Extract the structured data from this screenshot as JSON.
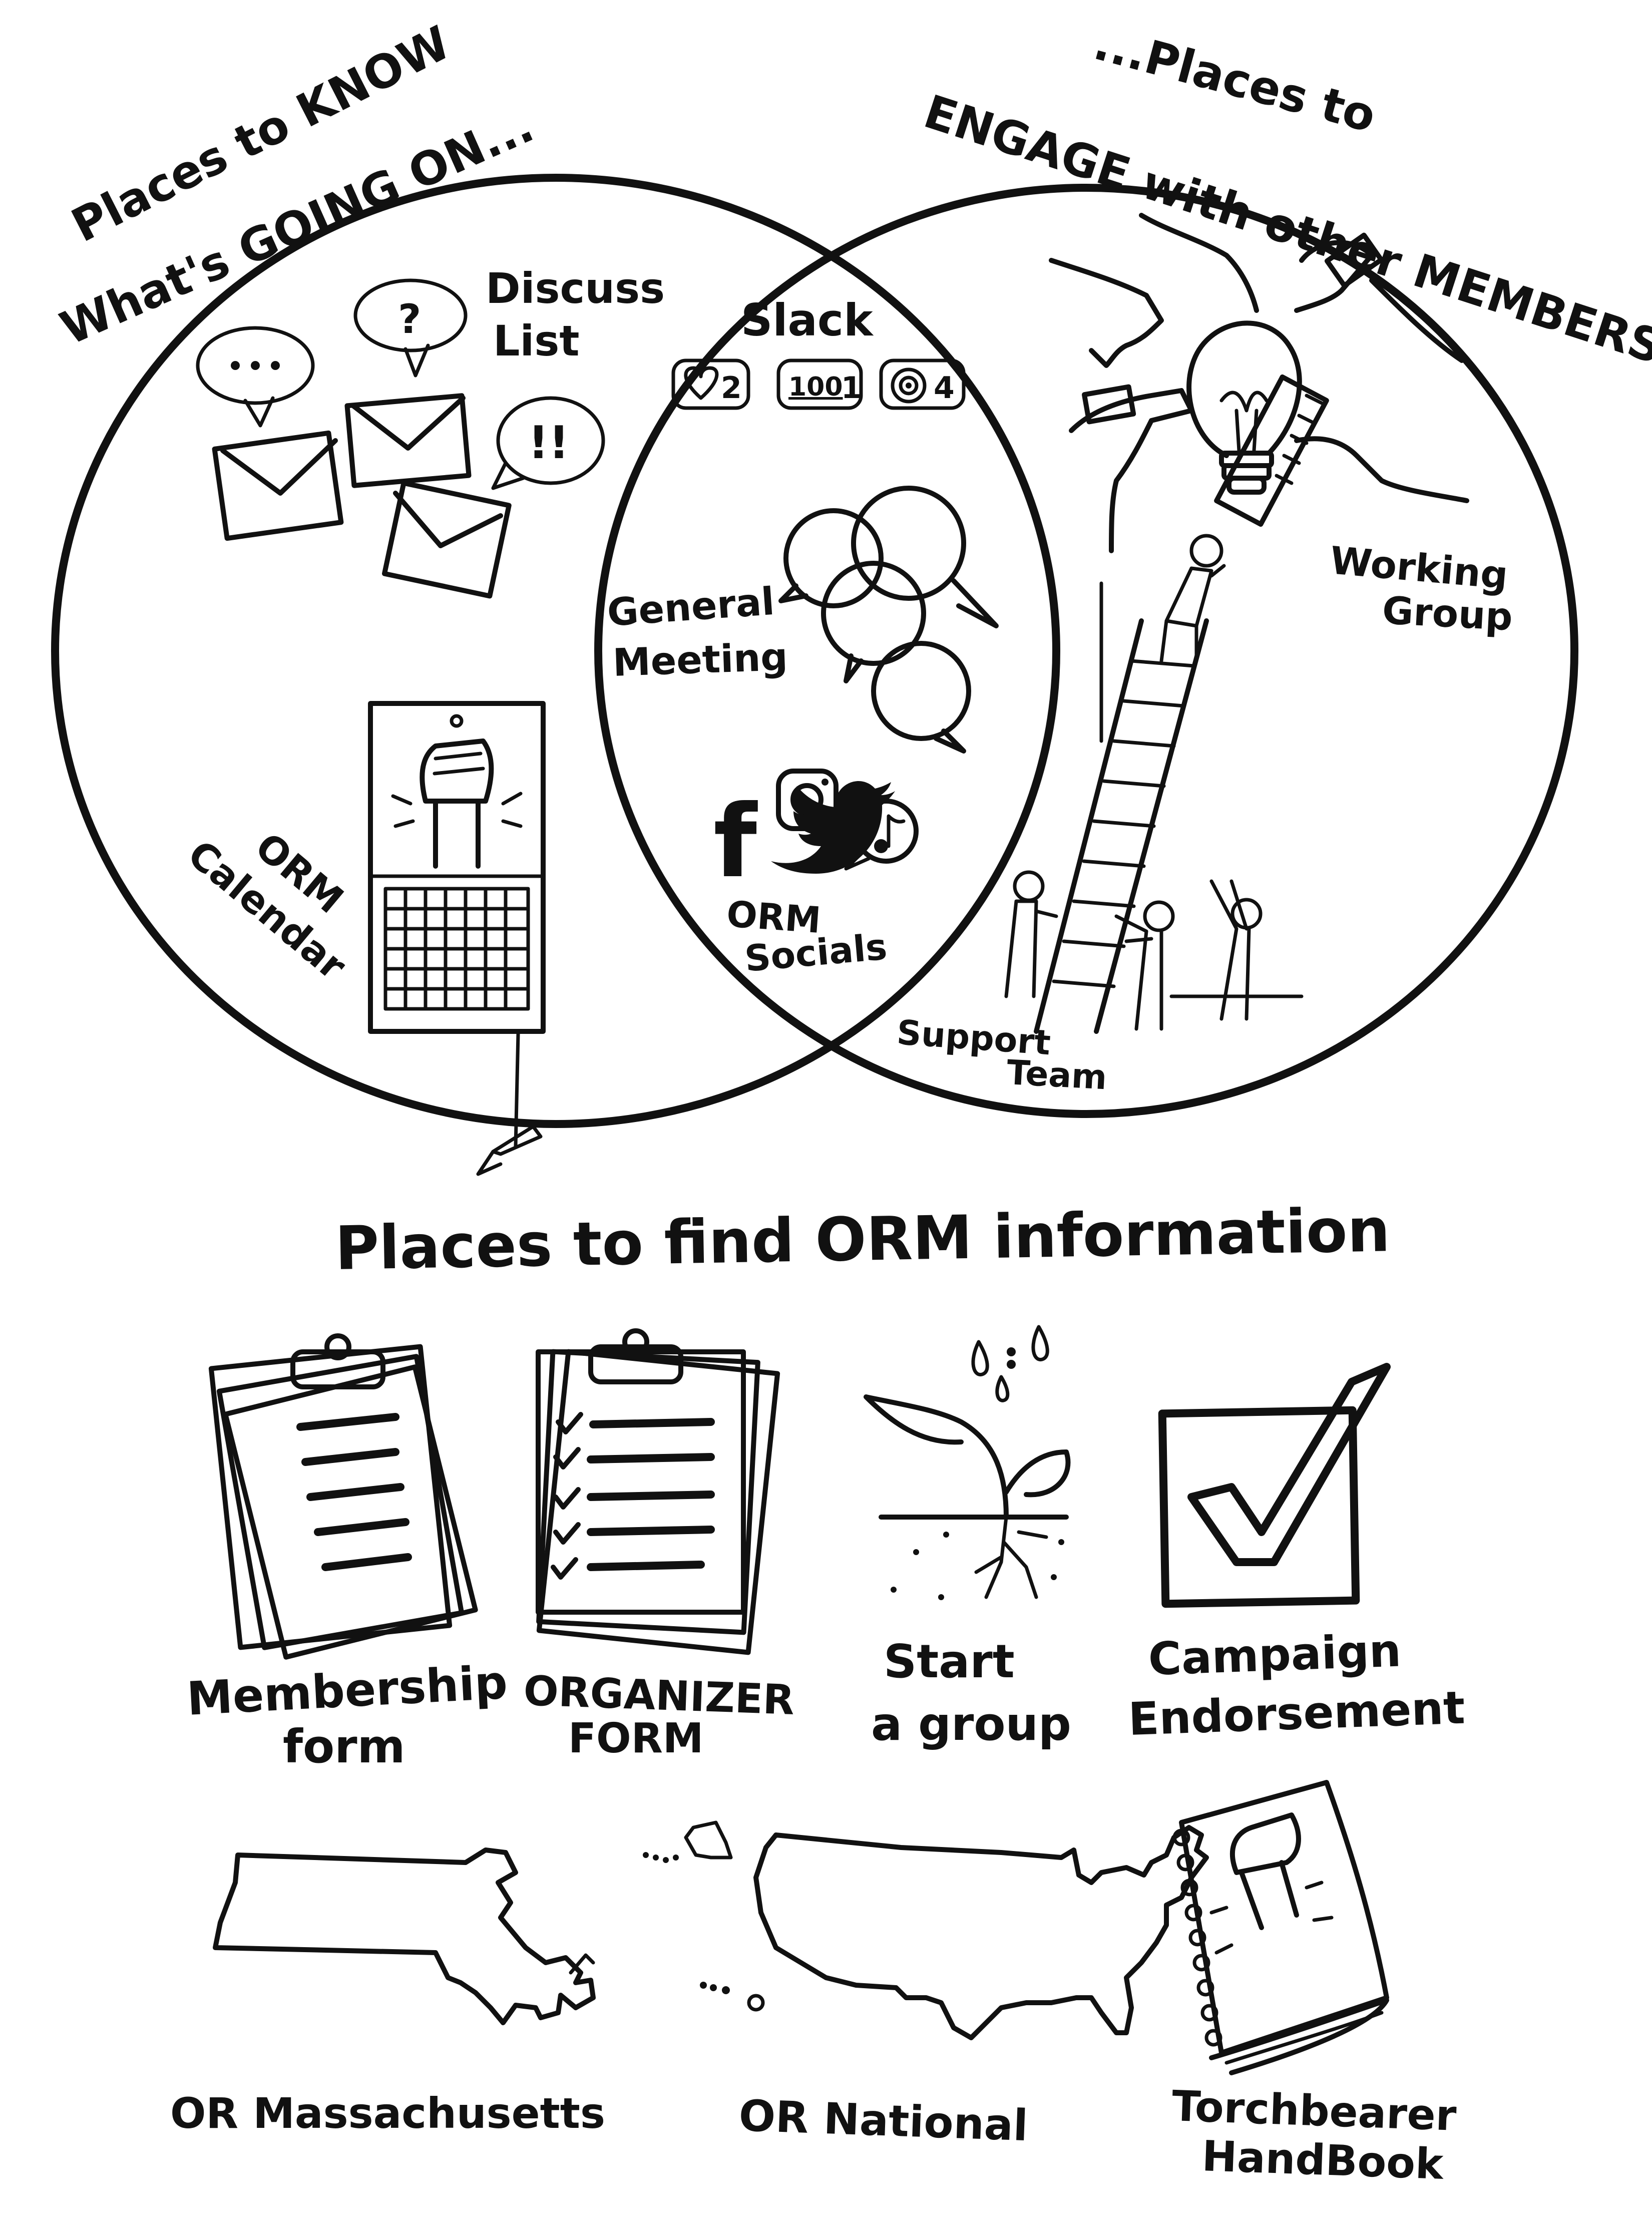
{
  "venn": {
    "left_heading": [
      "Places to KNOW",
      "What's GOING ON..."
    ],
    "right_heading": [
      "...Places to",
      "ENGAGE with other MEMBERS"
    ],
    "left_items": {
      "discuss_list": [
        "Discuss",
        "List"
      ],
      "orm_calendar": [
        "ORM",
        "Calendar"
      ]
    },
    "center_items": {
      "slack": "Slack",
      "slack_reactions": [
        "2",
        "1",
        "4"
      ],
      "slack_reaction_icons": [
        "heart-icon",
        "hundred-icon",
        "target-icon"
      ],
      "general_meeting": [
        "General",
        "Meeting"
      ],
      "orm_socials": [
        "ORM",
        "Socials"
      ],
      "social_icons": [
        "facebook-icon",
        "instagram-icon",
        "twitter-icon",
        "tiktok-icon"
      ]
    },
    "right_items": {
      "working_group": [
        "Working",
        "Group"
      ],
      "support_team": [
        "Support",
        "Team"
      ]
    }
  },
  "info": {
    "heading": "Places to find ORM information",
    "row1": [
      {
        "label": [
          "Membership",
          "form"
        ],
        "icon": "clipboard-icon"
      },
      {
        "label": [
          "ORGANIZER",
          "FORM"
        ],
        "icon": "checklist-clipboard-icon"
      },
      {
        "label": [
          "Start",
          "a group"
        ],
        "icon": "sprout-icon"
      },
      {
        "label": [
          "Campaign",
          "Endorsement"
        ],
        "icon": "checkbox-icon"
      }
    ],
    "row2": [
      {
        "label": [
          "OR Massachusetts"
        ],
        "icon": "massachusetts-map-icon"
      },
      {
        "label": [
          "OR National"
        ],
        "icon": "usa-map-icon"
      },
      {
        "label": [
          "Torchbearer",
          "HandBook"
        ],
        "icon": "handbook-icon"
      }
    ]
  }
}
